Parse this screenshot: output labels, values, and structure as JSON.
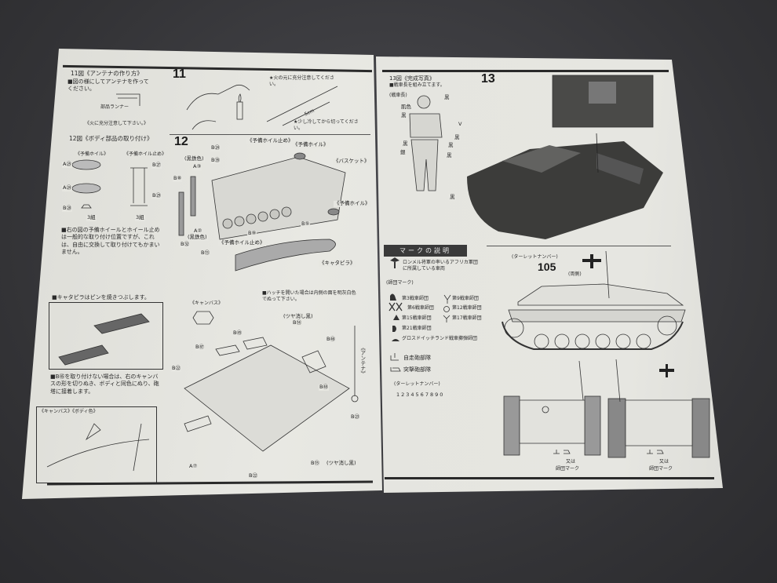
{
  "left_page": {
    "fig11": {
      "number": "11",
      "title": "11図《アンテナの作り方》",
      "instruction": "■図の様にしてアンテナを作ってください。",
      "runner_label": "部品ランナー",
      "fire_caution": "《火に充分注意して下さい。》",
      "caution_flame": "★火の元に充分注意してください。",
      "caution_cut": "★少し冷してから切ってください。",
      "length": "5cm"
    },
    "fig12": {
      "number": "12",
      "title": "12図《ボディ部品の取り付け》",
      "spare_wheel": "《予備ホイル》",
      "spare_wheel_holder": "《予備ホイル止め》",
      "parts_left": [
        "A㉕",
        "A㉔",
        "B㉘"
      ],
      "parts_holder": [
        "B㉗",
        "B㉙"
      ],
      "sets": [
        "3組",
        "3組"
      ],
      "note": "■右の図の予備ホイールとホイール止めは一般的な取り付け位置ですが、これは、自由に交換して取り付けてもかまいません。",
      "diagram_labels": [
        "B㉔",
        "B㉟",
        "(黒鉄色)",
        "A③",
        "B⑧",
        "A②",
        "(黒鉄色)",
        "B㉜",
        "B⑬",
        "B⑨",
        "B⑤",
        "《予備ホイル止め》",
        "《予備ホイル》",
        "《予備ホイル》",
        "《バスケット》",
        "《予備ホイル止め》",
        "《キャタピラ》"
      ]
    },
    "tracks": {
      "note": "■キャタピラはピンを焼きつぶします。"
    },
    "canvas": {
      "note": "■B㊺を取り付けない場合は、右のキャンバスの形を切りぬき、ボディと同色にぬり、砲塔に接着します。",
      "inset_label": "《キャンバス》《ボディ色》",
      "label": "《キャンバス》"
    },
    "hatch": {
      "note": "■ハッチを開いた場合は内側の面を明灰白色でぬって下さい。",
      "labels": [
        "(ツヤ消し黒)",
        "B⑭",
        "B㊺",
        "B㊻",
        "B㊼",
        "B㉒",
        "B㊽",
        "B㉓",
        "A⑦",
        "B㉒",
        "B⑮",
        "(ツヤ消し黒)",
        "《アンテナ》"
      ]
    }
  },
  "right_page": {
    "fig13": {
      "number": "13",
      "title": "13図《完成写真》",
      "instruction": "■戦車長を組み立てます。",
      "figure_label": "(戦車長)",
      "color_labels": [
        "黒",
        "肌色",
        "黒",
        "V",
        "黒",
        "黒",
        "黒",
        "銀",
        "黒",
        "黒"
      ]
    },
    "marks": {
      "banner": "マークの説明",
      "rommel": "ロンメル将軍の率いるアフリカ軍団に所属している車両",
      "division_header": "(師団マーク)",
      "divisions": [
        "第3戦車師団",
        "第9戦車師団",
        "第6戦車師団",
        "第12戦車師団",
        "第15戦車師団",
        "第17戦車師団",
        "第21戦車師団",
        "",
        "グロスドイッチランド戦車擲弾師団",
        ""
      ],
      "unit_types": [
        "自走砲部隊",
        "突撃砲部隊"
      ],
      "turret_header": "(ターレットナンバー)",
      "digits": "1234567890"
    },
    "side_view": {
      "turret_header": "(ターレットナンバー)",
      "number": "105",
      "both_sides": "(両側)"
    },
    "front_view": {
      "or": "又は",
      "division_mark": "師団マーク"
    },
    "rear_view": {
      "or": "又は",
      "division_mark": "師団マーク"
    }
  }
}
